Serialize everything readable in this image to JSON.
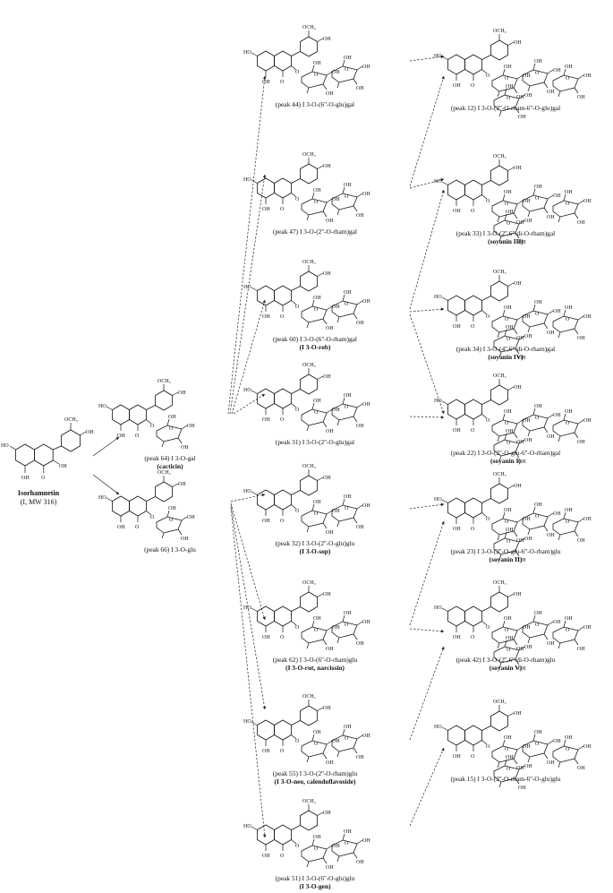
{
  "root": {
    "name": "Isorhamnetin",
    "sub": "(I, MW 316)",
    "groups": {
      "ome": "OCH₃",
      "oh": "OH",
      "o": "O",
      "ho": "HO"
    }
  },
  "level1": [
    {
      "id": "p64",
      "line1": "(peak 64) I 3-O-gal",
      "line2": "(cacticin)"
    },
    {
      "id": "p66",
      "line1": "(peak 66) I 3-O-glu",
      "line2": ""
    }
  ],
  "level2": [
    {
      "id": "p44",
      "line1": "(peak 44) I 3-O-(6''-O-glu)gal",
      "line2": ""
    },
    {
      "id": "p47",
      "line1": "(peak 47) I 3-O-(2''-O-rham)gal",
      "line2": ""
    },
    {
      "id": "p60",
      "line1": "(peak 60) I 3-O-(6''-O-rham)gal",
      "line2": "(I 3-O-rob)"
    },
    {
      "id": "p31",
      "line1": "(peak 31) I 3-O-(2''-O-glu)gal",
      "line2": ""
    },
    {
      "id": "p32",
      "line1": "(peak 32) I 3-O-(2''-O-glu)glu",
      "line2": "(I 3-O-sop)"
    },
    {
      "id": "p62",
      "line1": "(peak 62) I 3-O-(6''-O-rham)glu",
      "line2": "(I 3-O-rut, narcissin)"
    },
    {
      "id": "p55",
      "line1": "(peak 55) I 3-O-(2''-O-rham)glu",
      "line2": "(I 3-O-neo, calendoflavoside)"
    },
    {
      "id": "p51",
      "line1": "(peak 51) I 3-O-(6''-O-glu)glu",
      "line2": "(I 3-O-gen)"
    }
  ],
  "level3": [
    {
      "id": "p12",
      "line1": "(peak 12) I 3-O-(2''-O-rham-6''-O-glu)gal",
      "line2": ""
    },
    {
      "id": "p33",
      "line1": "(peak 33) I 3-O-(2'',6''-di-O-rham)gal",
      "line2": "(soyanin III)"
    },
    {
      "id": "p34",
      "line1": "(peak 34) I 3-O-(4'',6''-di-O-rham)gal",
      "line2": "(soyanin IV)"
    },
    {
      "id": "p22",
      "line1": "(peak 22) I 3-O-(2''-O-glu-6''-O-rham)gal",
      "line2": "(soyanin I)"
    },
    {
      "id": "p23",
      "line1": "(peak 23) I 3-O-(2''-O-glu-6''-O-rham)glu",
      "line2": "(soyanin II)"
    },
    {
      "id": "p42",
      "line1": "(peak 42) I 3-O-(2'',6''-di-O-rham)glu",
      "line2": "(soyanin V)"
    },
    {
      "id": "p15",
      "line1": "(peak 15) I 3-O-(2''-O-rham-6''-O-glu)glu",
      "line2": ""
    }
  ]
}
